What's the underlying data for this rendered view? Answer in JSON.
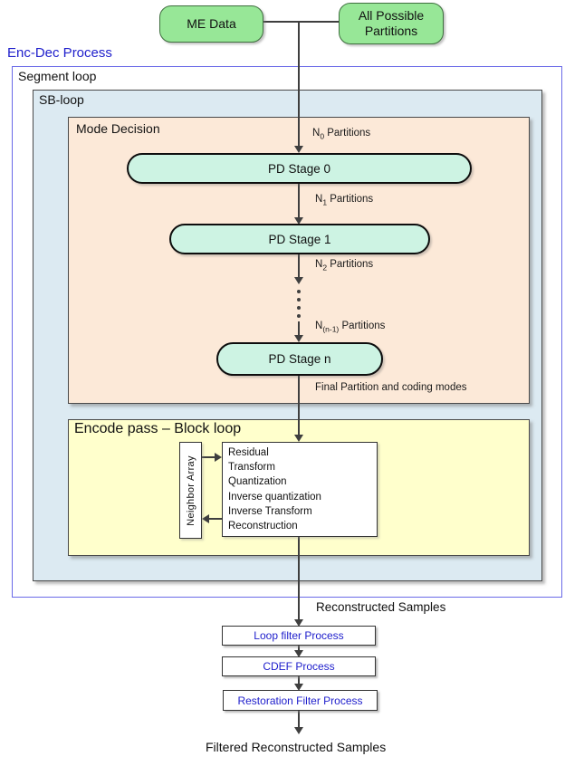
{
  "colors": {
    "green_fill": "#97E797",
    "green_border": "#3F6F3F",
    "mint_fill": "#CDF3E3",
    "pill_border": "#0D0D0D",
    "peach_fill": "#FCE9D8",
    "blue_panel_fill": "#DCEAF2",
    "yellow_fill": "#FFFFCC",
    "panel_border": "#4A4A4A",
    "segment_border": "#6A6AE8",
    "blue_text": "#2020CC",
    "line": "#3F3F3F"
  },
  "inputs": {
    "me_data": "ME Data",
    "all_possible_line1": "All Possible",
    "all_possible_line2": "Partitions"
  },
  "process_title": "Enc-Dec Process",
  "loops": {
    "segment": "Segment loop",
    "sb": "SB-loop"
  },
  "mode_decision": {
    "title": "Mode Decision",
    "stages": [
      {
        "label": "PD Stage 0"
      },
      {
        "label": "PD Stage 1"
      },
      {
        "label": "PD Stage n"
      }
    ],
    "partition_labels": [
      {
        "base": "N",
        "sub": "0",
        "rest": " Partitions"
      },
      {
        "base": "N",
        "sub": "1",
        "rest": " Partitions"
      },
      {
        "base": "N",
        "sub": "2",
        "rest": " Partitions"
      },
      {
        "base": "N",
        "sub": "(n-1)",
        "rest": " Partitions"
      }
    ],
    "final_label": "Final Partition and coding modes"
  },
  "encode_pass": {
    "title": "Encode pass – Block loop",
    "neighbor_array": "Neighbor Array",
    "steps": [
      "Residual",
      "Transform",
      "Quantization",
      "Inverse quantization",
      "Inverse Transform",
      "Reconstruction"
    ]
  },
  "outputs": {
    "reconstructed": "Reconstructed Samples",
    "loop_filter": "Loop filter Process",
    "cdef": "CDEF Process",
    "restoration": "Restoration Filter Process",
    "filtered": "Filtered Reconstructed Samples"
  }
}
